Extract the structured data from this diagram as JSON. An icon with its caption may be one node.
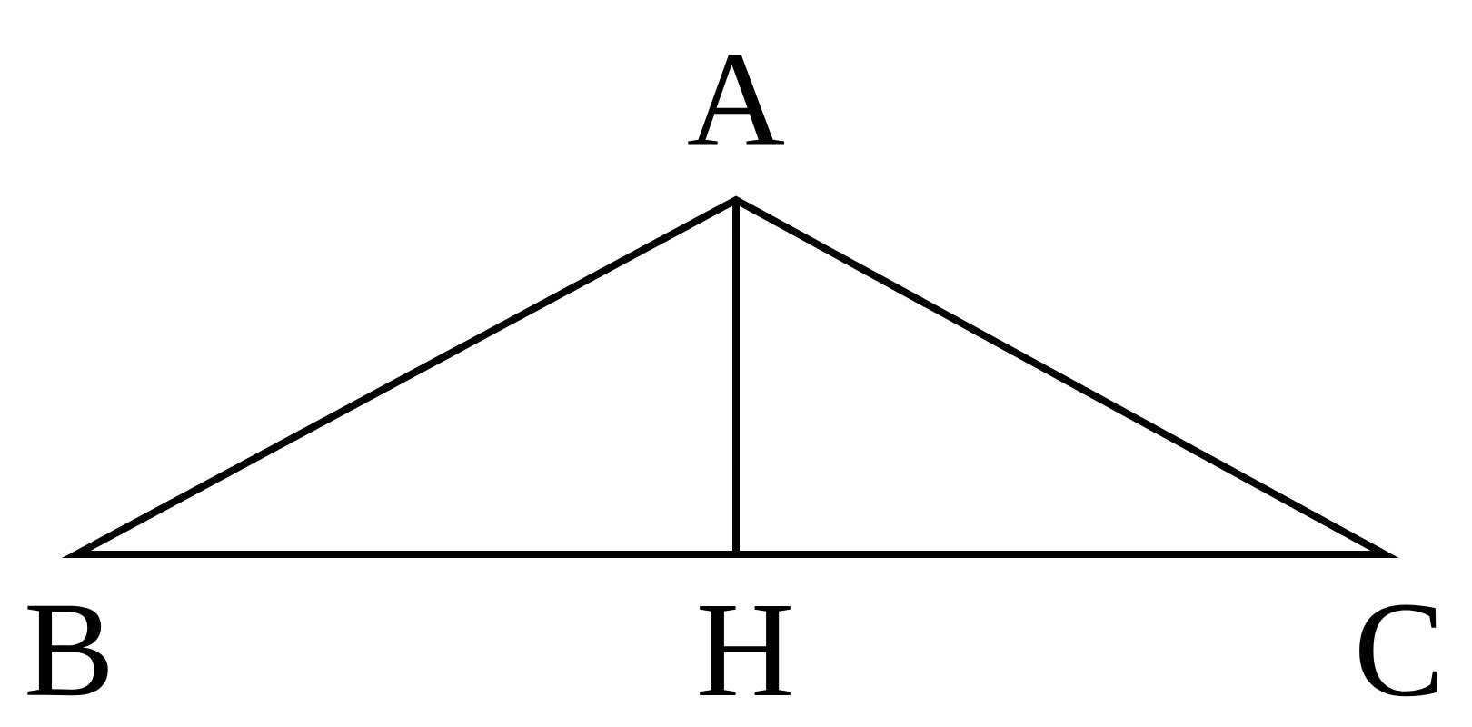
{
  "diagram": {
    "labels": [
      "A",
      "B",
      "H",
      "C"
    ]
  }
}
